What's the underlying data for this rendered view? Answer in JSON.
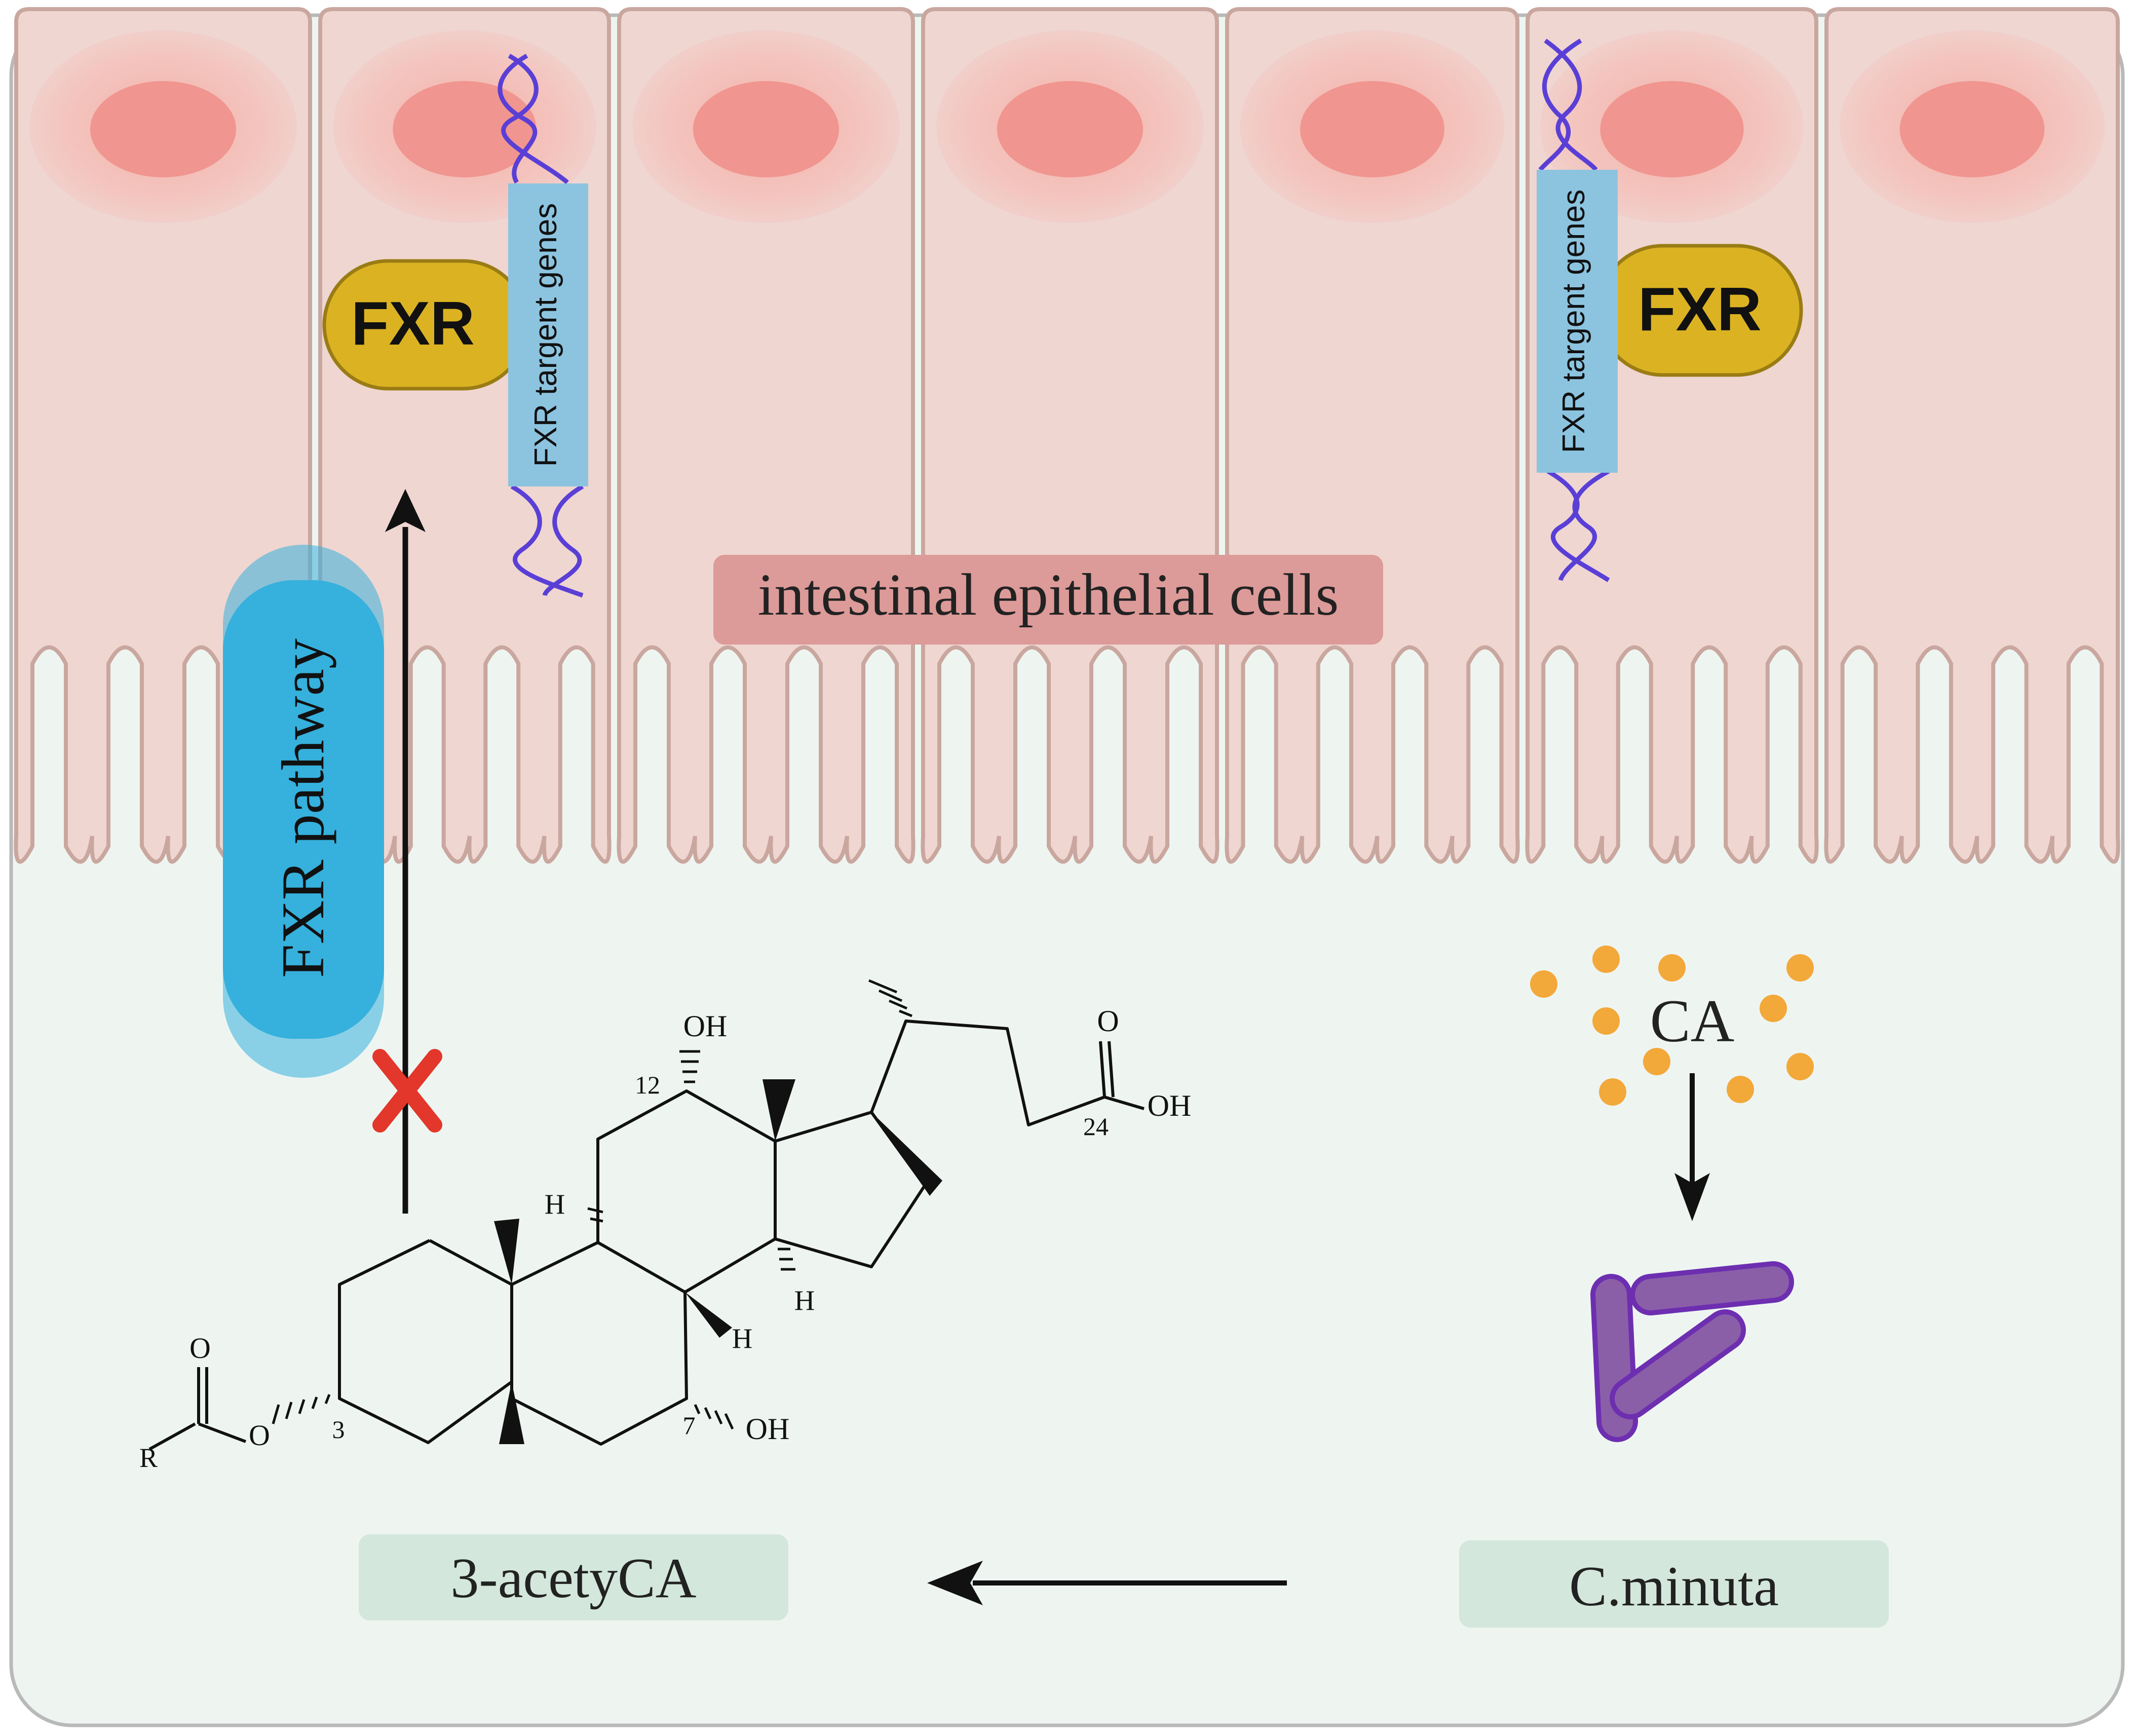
{
  "diagram": {
    "cells_label": "intestinal epithelial cells",
    "pathway_label": "FXR pathway",
    "fxr_left": "FXR",
    "fxr_right": "FXR",
    "target_genes_left": "FXR targent genes",
    "target_genes_right": "FXR targent genes",
    "ca_label": "CA",
    "bacteria_label": "C.minuta",
    "product_label": "3-acetyCA",
    "molecule": {
      "oh12": "OH",
      "pos12": "12",
      "o_acid": "O",
      "oh_acid": "OH",
      "pos24": "24",
      "h9": "H",
      "h14": "H",
      "h8": "H",
      "o_ester_carbonyl": "O",
      "o_ester": "O",
      "r_group": "R",
      "pos3": "3",
      "pos7": "7",
      "oh7": "OH"
    }
  },
  "colors": {
    "cell_fill": "#efd6d1",
    "cell_stroke": "#c9a79f",
    "nucleus": "#f0958f",
    "lumen": "#eef5f1",
    "fxr_fill": "#dbb322",
    "gene_box": "#8cc4e0",
    "dna": "#5a3fd6",
    "pathway_blue": "#36b0dc",
    "label_pink": "#dc9a98",
    "label_green": "#d3e7dc",
    "ca_dot": "#f3a83a",
    "bacteria": "#8b5fa8",
    "inhibit_red": "#e2372a"
  }
}
